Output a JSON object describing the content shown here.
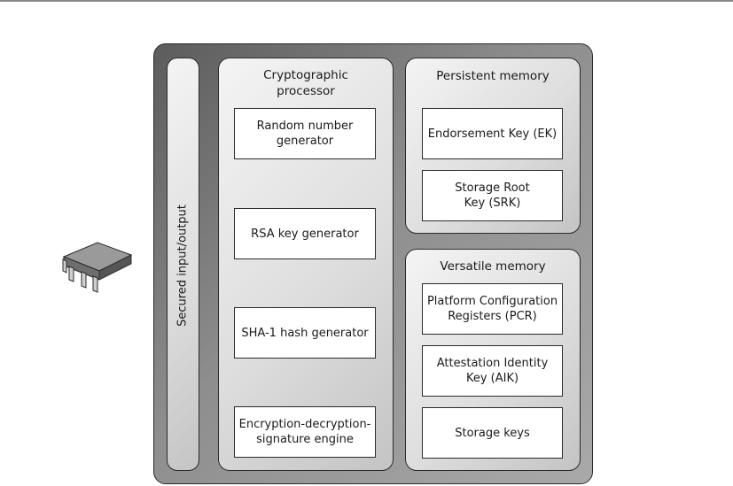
{
  "diagram": {
    "io_label": "Secured input/output",
    "crypto": {
      "title_line1": "Cryptographic",
      "title_line2": "processor",
      "blocks": [
        {
          "line1": "Random number",
          "line2": "generator"
        },
        {
          "line1": "RSA key generator",
          "line2": ""
        },
        {
          "line1": "SHA-1 hash generator",
          "line2": ""
        },
        {
          "line1": "Encryption-decryption-",
          "line2": "signature engine"
        }
      ]
    },
    "persistent": {
      "title": "Persistent memory",
      "blocks": [
        {
          "line1": "Endorsement Key (EK)",
          "line2": ""
        },
        {
          "line1": "Storage Root",
          "line2": "Key (SRK)"
        }
      ]
    },
    "versatile": {
      "title": "Versatile memory",
      "blocks": [
        {
          "line1": "Platform Configuration",
          "line2": "Registers (PCR)"
        },
        {
          "line1": "Attestation Identity",
          "line2": "Key (AIK)"
        },
        {
          "line1": "Storage keys",
          "line2": ""
        }
      ]
    },
    "chip_icon": "microchip-icon"
  }
}
